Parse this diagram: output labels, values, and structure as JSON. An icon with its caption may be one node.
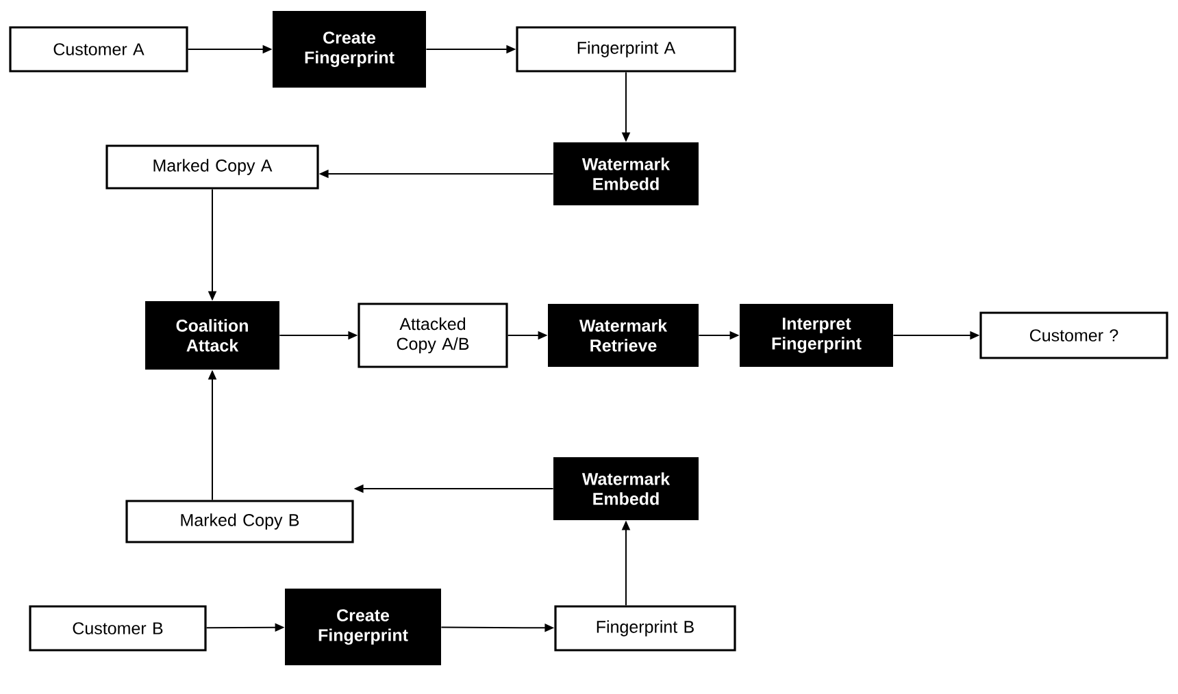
{
  "diagram": {
    "nodes": [
      {
        "text": [
          "Customer A"
        ]
      },
      {
        "text": [
          "Create Fingerprint"
        ]
      },
      {
        "text": [
          "Fingerprint A"
        ]
      },
      {
        "text": [
          "Watermark Embedd"
        ]
      },
      {
        "text": [
          "Marked Copy A"
        ]
      },
      {
        "text": [
          "Coalition Attack"
        ]
      },
      {
        "text": [
          "Attacked Copy A/B"
        ]
      },
      {
        "text": [
          "Watermark Retrieve"
        ]
      },
      {
        "text": [
          "Interpret Fingerprint"
        ]
      },
      {
        "text": [
          "Customer ?"
        ]
      },
      {
        "text": [
          "Watermark Embedd"
        ]
      },
      {
        "text": [
          "Marked Copy B"
        ]
      },
      {
        "text": [
          "Customer B"
        ]
      },
      {
        "text": [
          "Create Fingerprint"
        ]
      },
      {
        "text": [
          "Fingerprint B"
        ]
      }
    ],
    "edges": [
      {
        "from": 0,
        "to": 1,
        "arrow": "to"
      },
      {
        "from": 1,
        "to": 2,
        "arrow": "to"
      },
      {
        "from": 2,
        "to": 3,
        "arrow": "to"
      },
      {
        "from": 3,
        "to": 4,
        "arrow": "to"
      },
      {
        "from": 4,
        "to": 5,
        "arrow": "to"
      },
      {
        "from": 5,
        "to": 6,
        "arrow": "to"
      },
      {
        "from": 6,
        "to": 7,
        "arrow": "to"
      },
      {
        "from": 7,
        "to": 8,
        "arrow": "to"
      },
      {
        "from": 8,
        "to": 9,
        "arrow": "to"
      },
      {
        "from": 11,
        "to": 5,
        "arrow": "to"
      },
      {
        "from": 10,
        "to": 11,
        "arrow": "to"
      },
      {
        "from": 12,
        "to": 13,
        "arrow": "to"
      },
      {
        "from": 13,
        "to": 14,
        "arrow": "to"
      },
      {
        "from": 14,
        "to": 10,
        "arrow": "to"
      }
    ]
  }
}
